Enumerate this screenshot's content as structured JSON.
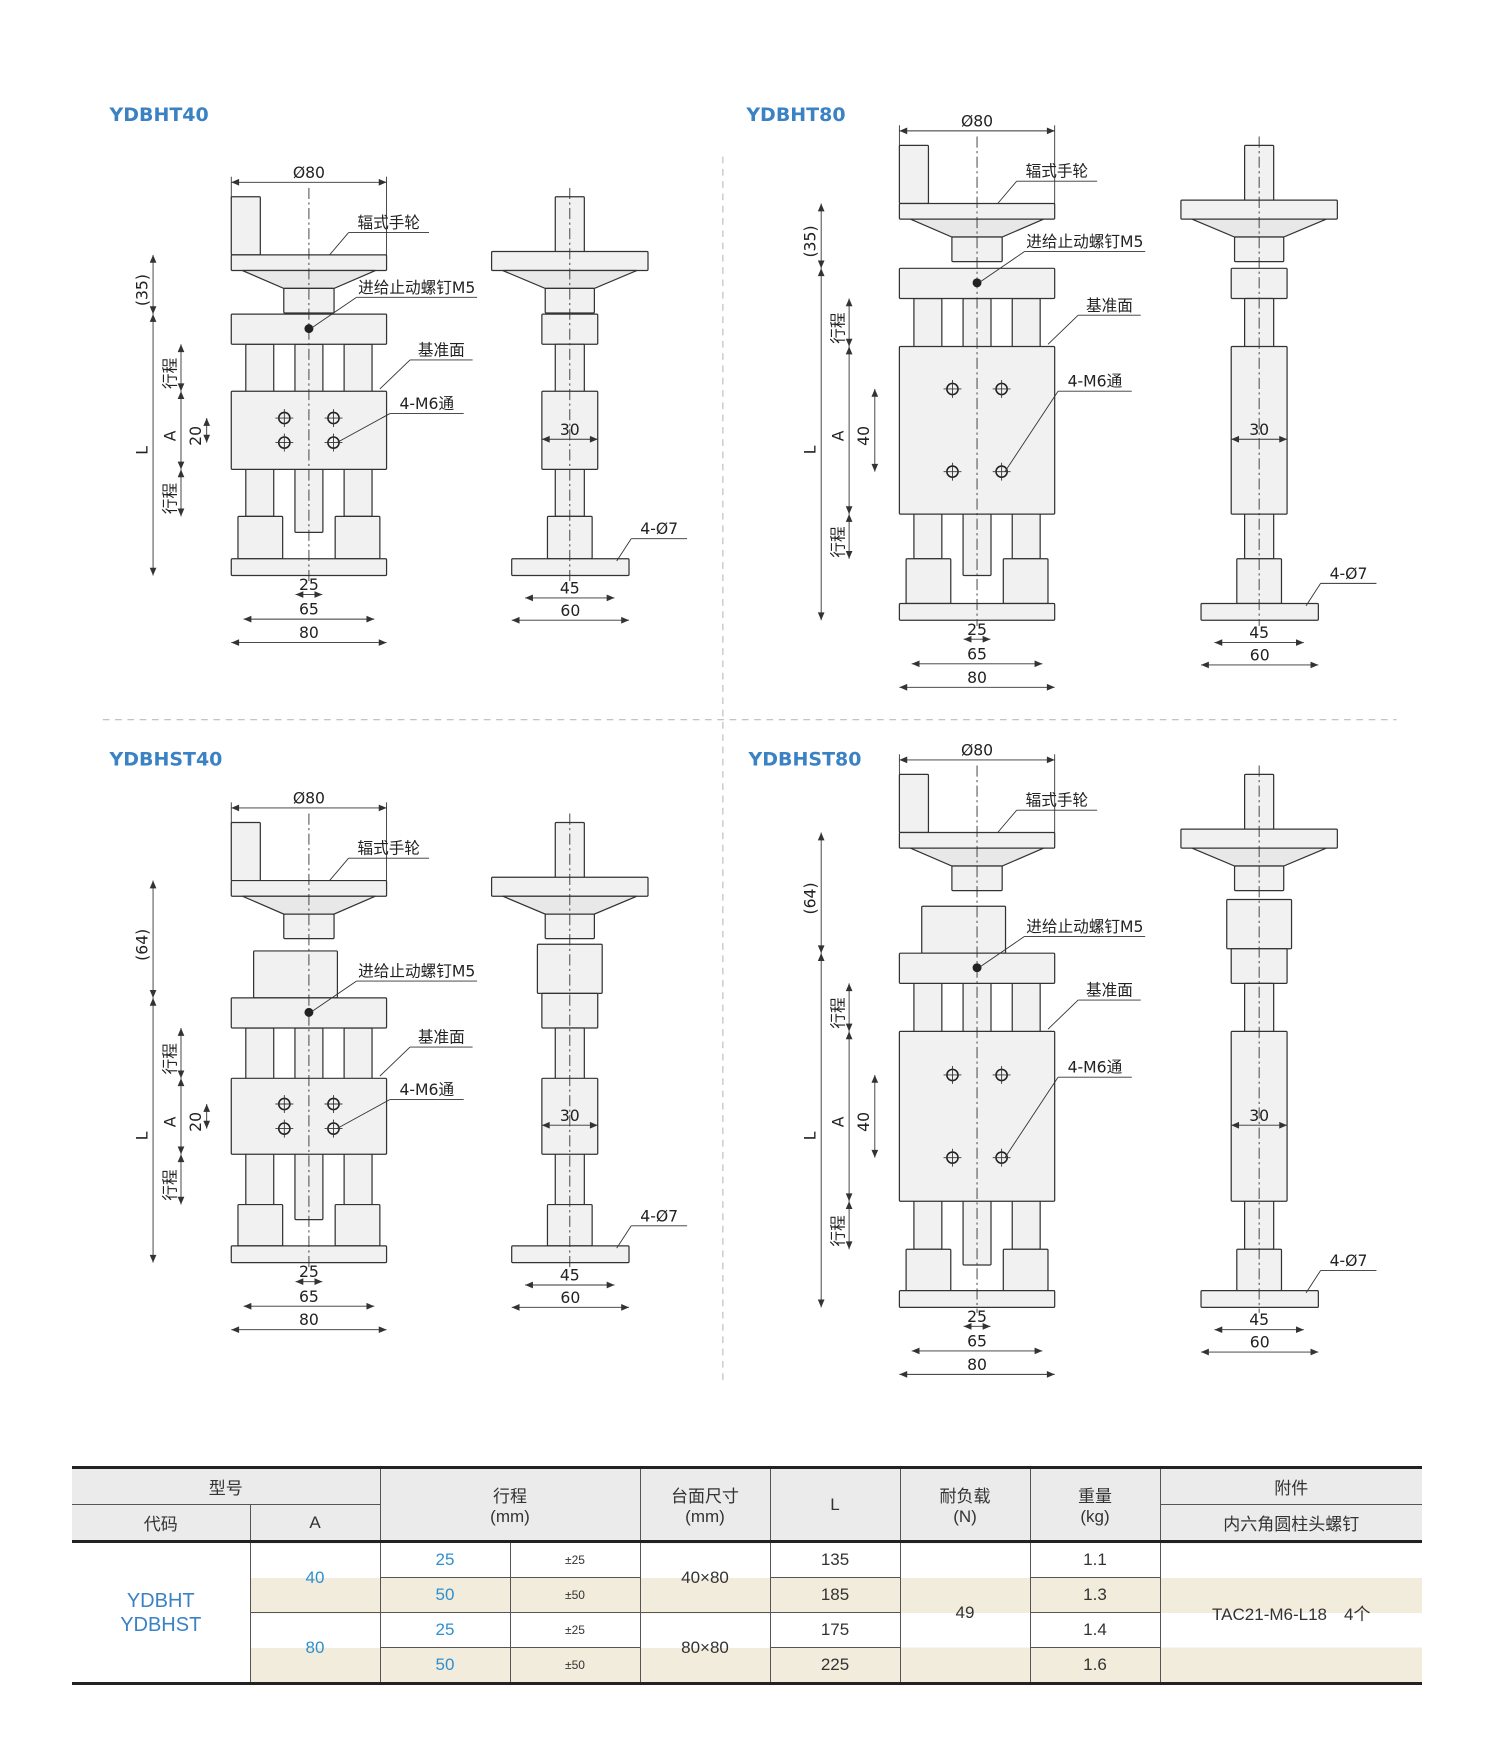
{
  "panels": [
    {
      "title": "YDBHT40",
      "labels": {
        "dia": "Ø80",
        "wheel": "辐式手轮",
        "screw": "进给止动螺钉M5",
        "ref": "基准面",
        "holes": "4-M6通",
        "foot_holes": "4-Ø7",
        "offset": "(35)",
        "L": "L",
        "A": "A",
        "stroke": "行程",
        "pitch": "20",
        "w30": "30",
        "d25": "25",
        "d65": "65",
        "d80": "80",
        "d45": "45",
        "d60": "60"
      }
    },
    {
      "title": "YDBHT80",
      "labels": {
        "dia": "Ø80",
        "wheel": "辐式手轮",
        "screw": "进给止动螺钉M5",
        "ref": "基准面",
        "holes": "4-M6通",
        "foot_holes": "4-Ø7",
        "offset": "(35)",
        "L": "L",
        "A": "A",
        "stroke": "行程",
        "pitch": "40",
        "w30": "30",
        "d25": "25",
        "d65": "65",
        "d80": "80",
        "d45": "45",
        "d60": "60"
      }
    },
    {
      "title": "YDBHST40",
      "labels": {
        "dia": "Ø80",
        "wheel": "辐式手轮",
        "screw": "进给止动螺钉M5",
        "ref": "基准面",
        "holes": "4-M6通",
        "foot_holes": "4-Ø7",
        "offset": "(64)",
        "L": "L",
        "A": "A",
        "stroke": "行程",
        "pitch": "20",
        "w30": "30",
        "d25": "25",
        "d65": "65",
        "d80": "80",
        "d45": "45",
        "d60": "60"
      }
    },
    {
      "title": "YDBHST80",
      "labels": {
        "dia": "Ø80",
        "wheel": "辐式手轮",
        "screw": "进给止动螺钉M5",
        "ref": "基准面",
        "holes": "4-M6通",
        "foot_holes": "4-Ø7",
        "offset": "(64)",
        "L": "L",
        "A": "A",
        "stroke": "行程",
        "pitch": "40",
        "w30": "30",
        "d25": "25",
        "d65": "65",
        "d80": "80",
        "d45": "45",
        "d60": "60"
      }
    }
  ],
  "title_color": "#3a82c4",
  "table": {
    "headers": {
      "model": "型号",
      "code": "代码",
      "a": "A",
      "stroke": "行程",
      "stroke_unit": "(mm)",
      "table_size": "台面尺寸",
      "table_size_unit": "(mm)",
      "l": "L",
      "load": "耐负载",
      "load_unit": "(N)",
      "weight": "重量",
      "weight_unit": "(kg)",
      "accessory": "附件",
      "accessory_sub": "内六角圆柱头螺钉"
    },
    "code_lines": [
      "YDBHT",
      "YDBHST"
    ],
    "a_values": [
      "40",
      "80"
    ],
    "table_sizes": [
      "40×80",
      "80×80"
    ],
    "load": "49",
    "accessory": "TAC21-M6-L18　4个",
    "rows": [
      {
        "stroke": "25",
        "range": "±25",
        "L": "135",
        "weight": "1.1"
      },
      {
        "stroke": "50",
        "range": "±50",
        "L": "185",
        "weight": "1.3"
      },
      {
        "stroke": "25",
        "range": "±25",
        "L": "175",
        "weight": "1.4"
      },
      {
        "stroke": "50",
        "range": "±50",
        "L": "225",
        "weight": "1.6"
      }
    ]
  }
}
